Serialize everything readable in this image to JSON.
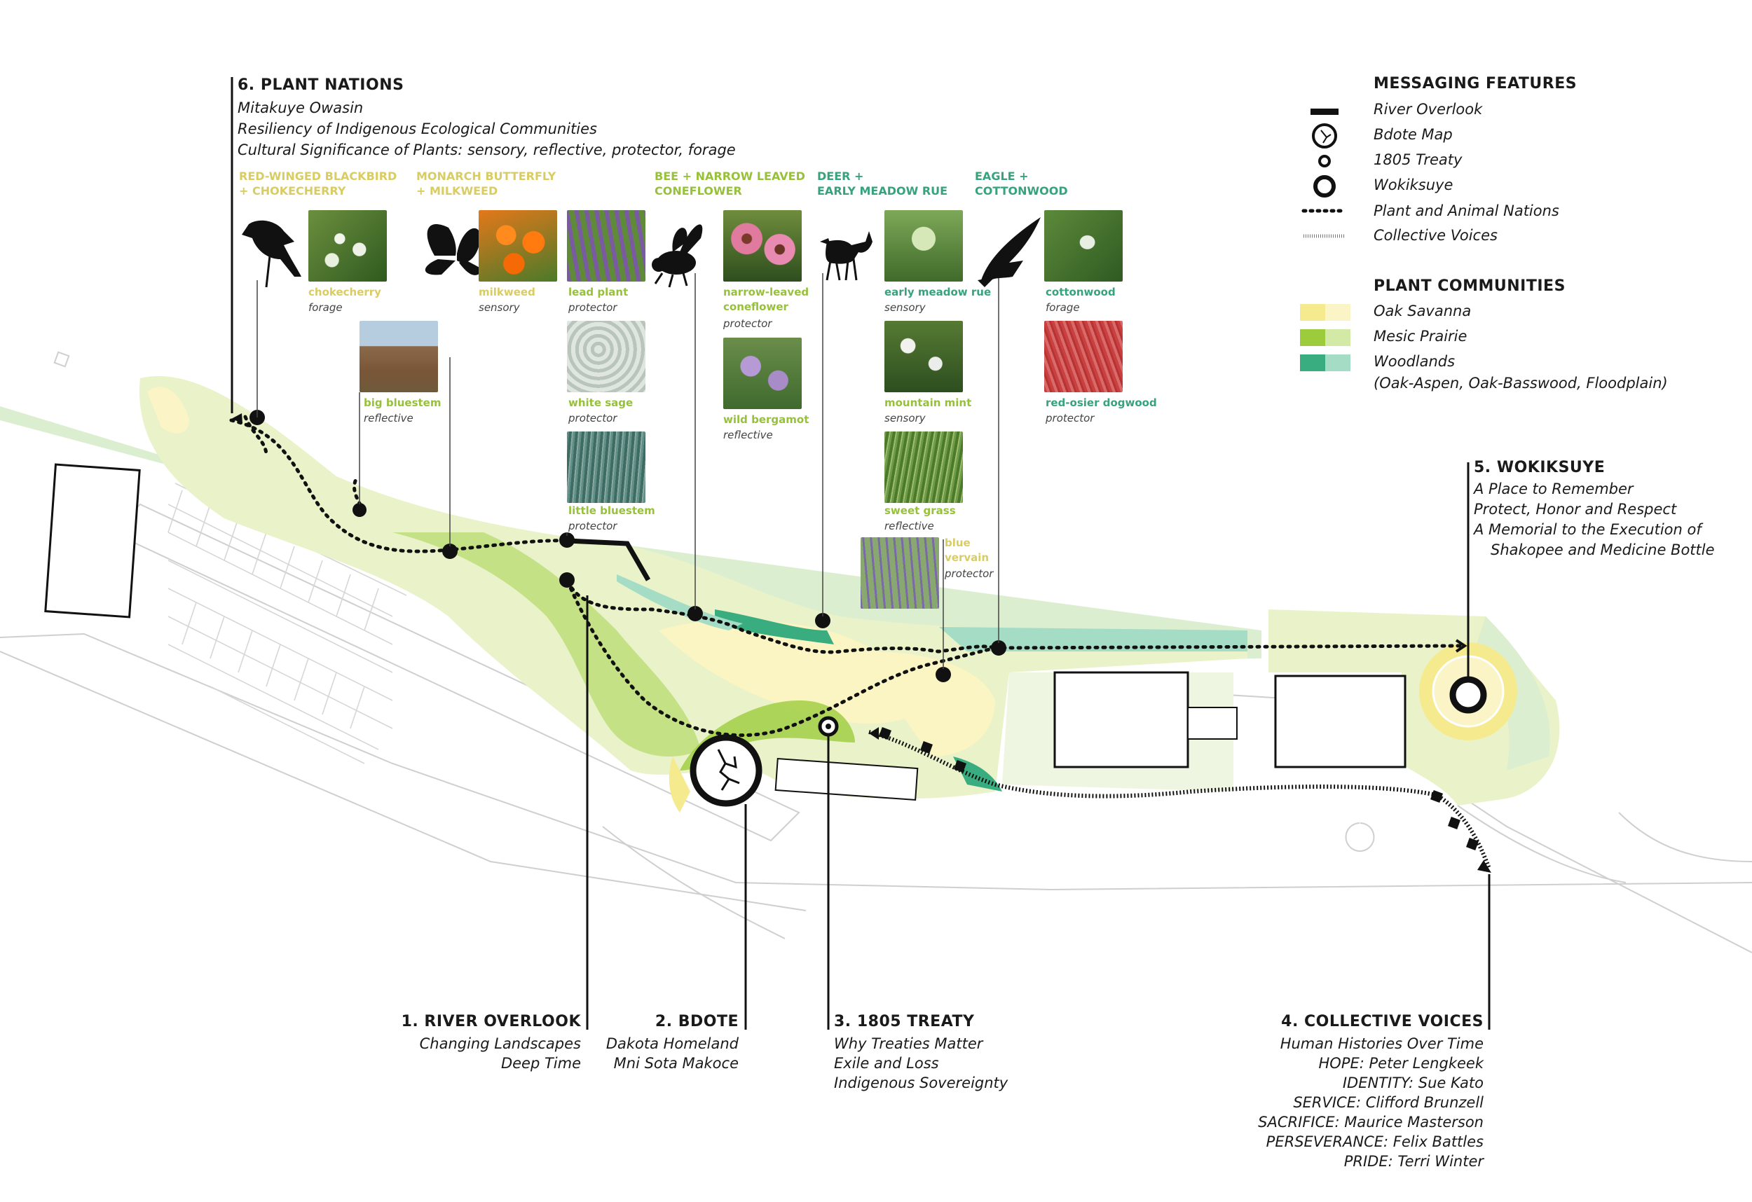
{
  "plant_nations": {
    "title": "6. PLANT NATIONS",
    "lines": [
      "Mitakuye Owasin",
      "Resiliency of Indigenous Ecological Communities",
      "Cultural Significance of Plants: sensory, reflective, protector, forage"
    ],
    "groups": [
      {
        "line1": "RED-WINGED BLACKBIRD",
        "line2": "+ CHOKECHERRY",
        "color": "#d9cc63",
        "animal": "bird-icon"
      },
      {
        "line1": "MONARCH BUTTERFLY",
        "line2": "+ MILKWEED",
        "color": "#d9cc63",
        "animal": "butterfly-icon"
      },
      {
        "line1": "BEE + NARROW LEAVED",
        "line2": "CONEFLOWER",
        "color": "#97c13a",
        "animal": "bee-icon"
      },
      {
        "line1": "DEER +",
        "line2": "EARLY MEADOW RUE",
        "color": "#36a37c",
        "animal": "deer-icon"
      },
      {
        "line1": "EAGLE +",
        "line2": "COTTONWOOD",
        "color": "#36a37c",
        "animal": "eagle-icon"
      }
    ],
    "plants": [
      {
        "name": "chokecherry",
        "role": "forage",
        "color": "#d9cc63"
      },
      {
        "name": "milkweed",
        "role": "sensory",
        "color": "#d9cc63"
      },
      {
        "name": "big bluestem",
        "role": "reflective",
        "color": "#97c13a"
      },
      {
        "name": "lead plant",
        "role": "protector",
        "color": "#97c13a"
      },
      {
        "name": "white sage",
        "role": "protector",
        "color": "#97c13a"
      },
      {
        "name": "little bluestem",
        "role": "protector",
        "color": "#97c13a"
      },
      {
        "name": "narrow-leaved coneflower",
        "role": "protector",
        "color": "#97c13a"
      },
      {
        "name": "wild bergamot",
        "role": "reflective",
        "color": "#97c13a"
      },
      {
        "name": "early meadow rue",
        "role": "sensory",
        "color": "#36a37c"
      },
      {
        "name": "mountain mint",
        "role": "sensory",
        "color": "#97c13a"
      },
      {
        "name": "sweet grass",
        "role": "reflective",
        "color": "#97c13a"
      },
      {
        "name": "blue vervain",
        "role": "protector",
        "color": "#d9cc63"
      },
      {
        "name": "cottonwood",
        "role": "forage",
        "color": "#36a37c"
      },
      {
        "name": "red-osier dogwood",
        "role": "protector",
        "color": "#36a37c"
      }
    ]
  },
  "legend": {
    "messaging_title": "MESSAGING FEATURES",
    "messaging": [
      "River Overlook",
      "Bdote Map",
      "1805 Treaty",
      "Wokiksuye",
      "Plant and Animal Nations",
      "Collective Voices"
    ],
    "communities_title": "PLANT COMMUNITIES",
    "communities": [
      {
        "label": "Oak Savanna",
        "colors": [
          "#f5ea8e",
          "#faf4c6"
        ]
      },
      {
        "label": "Mesic Prairie",
        "colors": [
          "#9ccc3c",
          "#d3e9a6"
        ]
      },
      {
        "label": "Woodlands",
        "colors": [
          "#3aad80",
          "#a4dcc6"
        ]
      }
    ],
    "woodlands_note": "(Oak-Aspen, Oak-Basswood, Floodplain)"
  },
  "features": {
    "wokiksuye": {
      "title": "5. WOKIKSUYE",
      "lines": [
        "A Place to Remember",
        "Protect, Honor and Respect",
        "A Memorial to the Execution of",
        "Shakopee and Medicine Bottle"
      ]
    },
    "river_overlook": {
      "title": "1. RIVER OVERLOOK",
      "lines": [
        "Changing Landscapes",
        "Deep Time"
      ]
    },
    "bdote": {
      "title": "2. BDOTE",
      "lines": [
        "Dakota Homeland",
        "Mni Sota Makoce"
      ]
    },
    "treaty": {
      "title": "3. 1805 TREATY",
      "lines": [
        "Why Treaties Matter",
        "Exile and Loss",
        "Indigenous Sovereignty"
      ]
    },
    "collective_voices": {
      "title": "4. COLLECTIVE VOICES",
      "lines": [
        "Human Histories Over Time",
        "HOPE: Peter Lengkeek",
        "IDENTITY: Sue Kato",
        "SERVICE: Clifford Brunzell",
        "SACRIFICE: Maurice Masterson",
        "PERSEVERANCE: Felix Battles",
        "PRIDE: Terri Winter"
      ]
    }
  }
}
